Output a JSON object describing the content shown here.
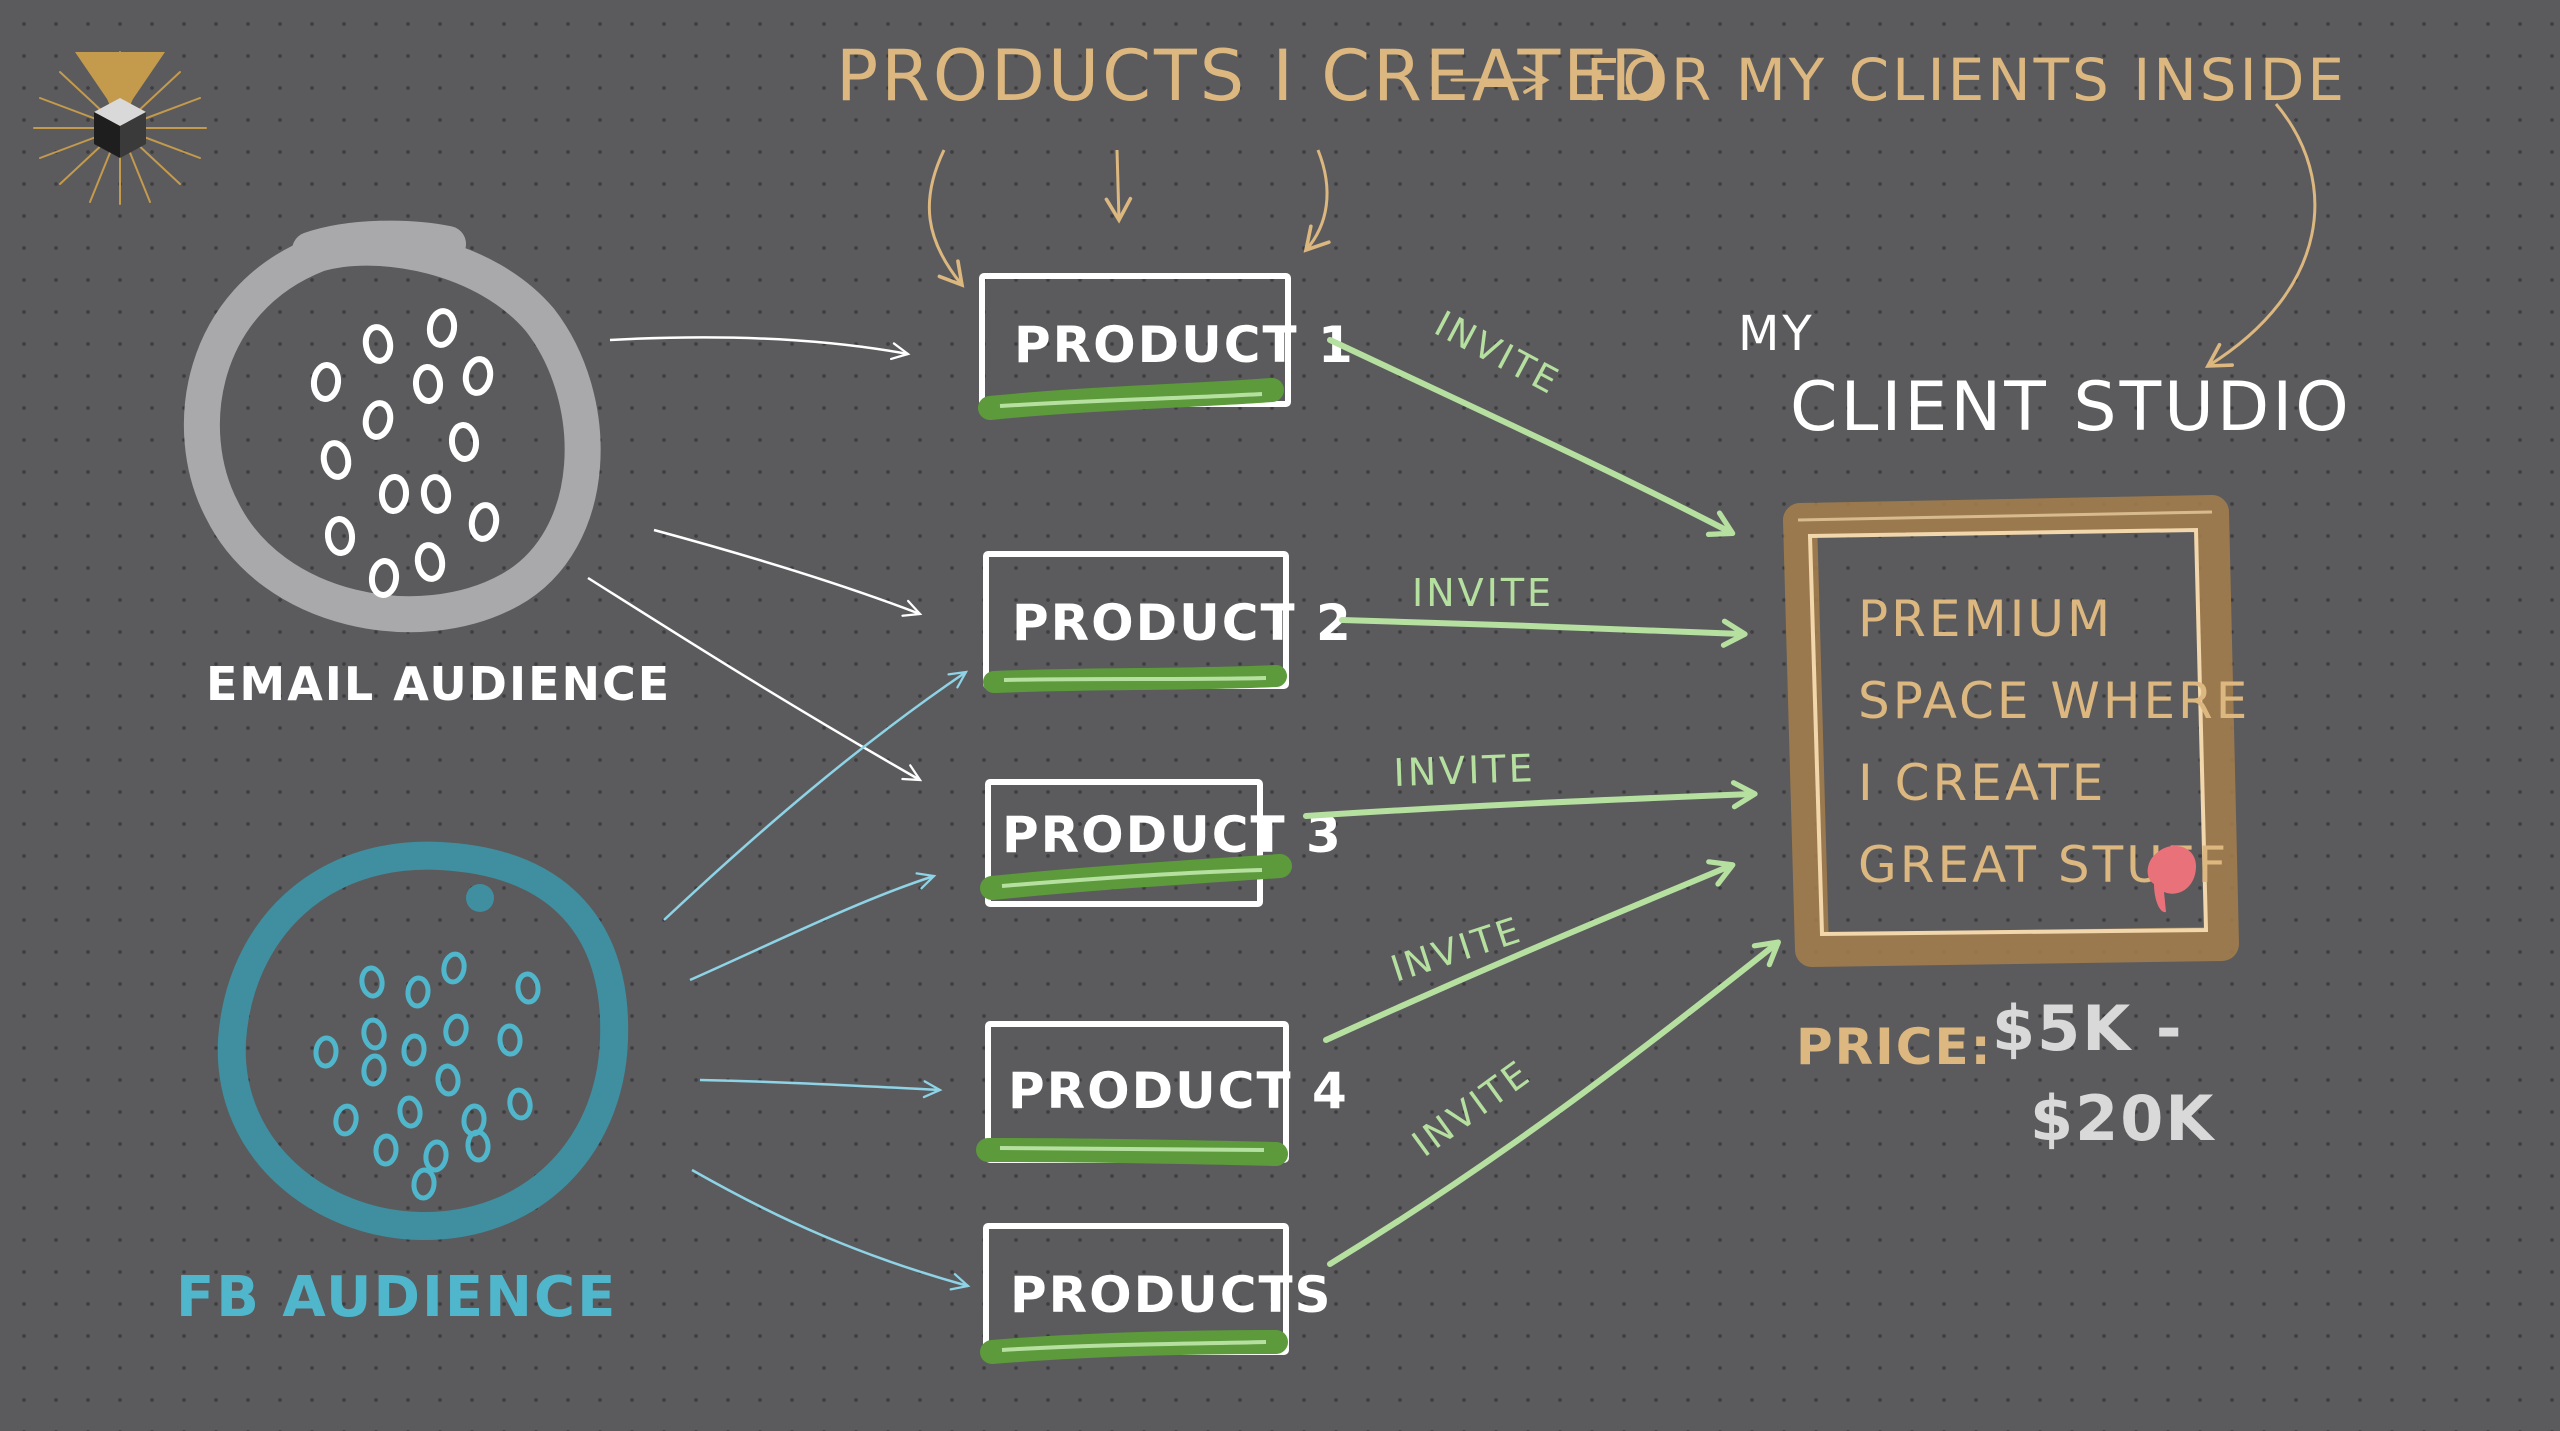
{
  "header": {
    "title": "Products I Created",
    "subtitle": "For my clients inside"
  },
  "audiences": {
    "email": {
      "label": "Email Audience"
    },
    "fb": {
      "label": "FB Audience"
    }
  },
  "products": [
    {
      "label": "Product 1"
    },
    {
      "label": "Product 2"
    },
    {
      "label": "Product 3"
    },
    {
      "label": "Product 4"
    },
    {
      "label": "Products"
    }
  ],
  "arrows": {
    "invite_label": "Invite"
  },
  "studio": {
    "title_line1": "My",
    "title_line2": "Client Studio",
    "desc_lines": [
      "Premium",
      "Space where",
      "I create",
      "Great Stuff"
    ],
    "price_label": "Price:",
    "price_line1": "$5K -",
    "price_line2": "$20K"
  },
  "colors": {
    "background": "#5b5b5d",
    "tan": "#dcb77f",
    "white": "#ffffff",
    "green_light": "#b6e0a0",
    "green_dark": "#5c9a3c",
    "email_ring": "#a9a9ab",
    "fb_ring": "#3f8fa0",
    "fb_text": "#4fb6cc",
    "studio_frame": "#a27c4c",
    "accent_pink": "#e9727a",
    "logo_gold": "#c49a4d"
  }
}
